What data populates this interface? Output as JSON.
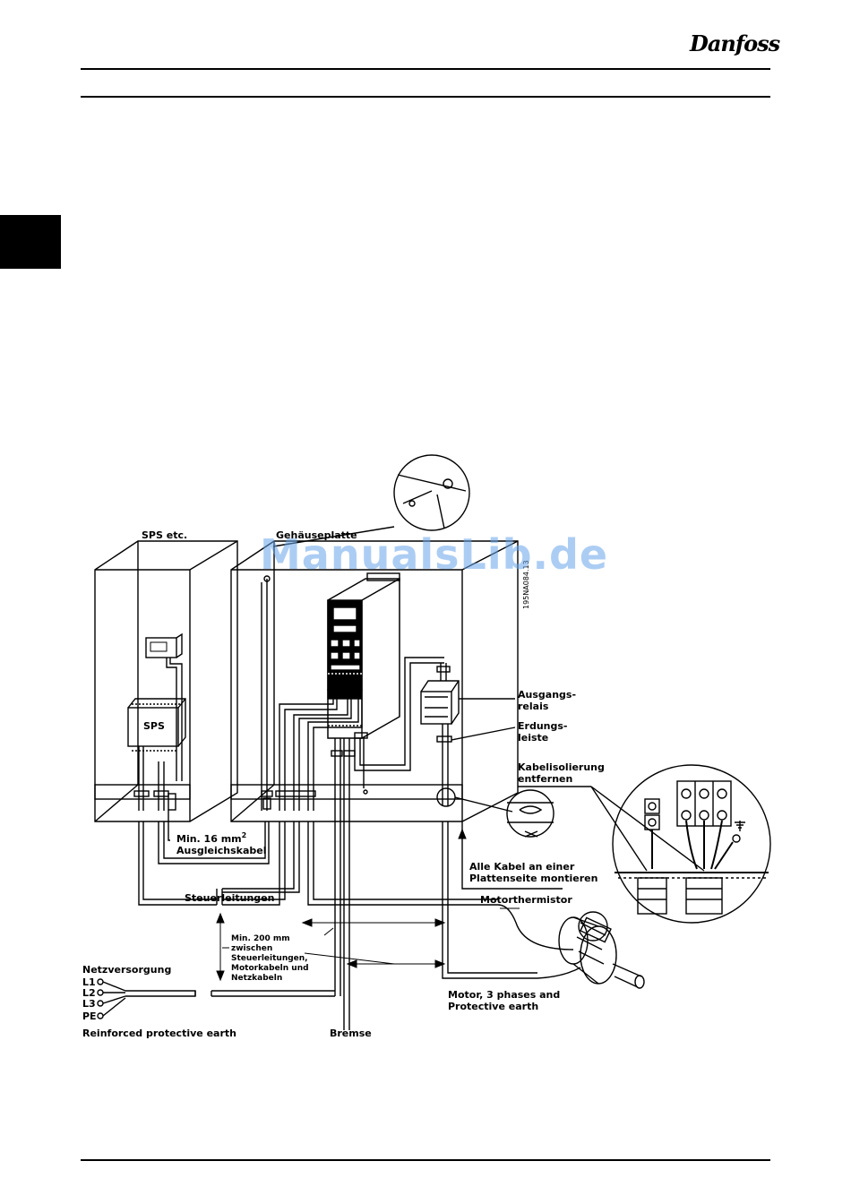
{
  "header": {
    "brand": "Danfoss"
  },
  "watermark": "ManualsLib.de",
  "diagram": {
    "drawing_code": "195NA084.13",
    "labels": {
      "sps_etc": "SPS etc.",
      "gehaeuseplatte": "Gehäuseplatte",
      "sps": "SPS",
      "ausgangs_1": "Ausgangs-",
      "ausgangs_2": "relais",
      "erdungs_1": "Erdungs-",
      "erdungs_2": "leiste",
      "kabel_1": "Kabelisolierung",
      "kabel_2": "entfernen",
      "min16_a": "Min. 16 mm",
      "min16_sup": "2",
      "min16_b": "Ausgleichskabel",
      "alle_1": "Alle Kabel an einer",
      "alle_2": "Plattenseite montieren",
      "steuerleitungen": "Steuerleitungen",
      "motorthermistor": "Motorthermistor",
      "min200_1": "Min. 200 mm",
      "min200_2": "zwischen",
      "min200_3": "Steuerleitungen,",
      "min200_4": "Motorkabeln und",
      "min200_5": "Netzkabeln",
      "netzversorgung": "Netzversorgung",
      "l1": "L1",
      "l2": "L2",
      "l3": "L3",
      "pe": "PE",
      "reinforced": "Reinforced protective earth",
      "bremse": "Bremse",
      "motor_1": "Motor, 3 phases and",
      "motor_2": "Protective earth"
    }
  }
}
